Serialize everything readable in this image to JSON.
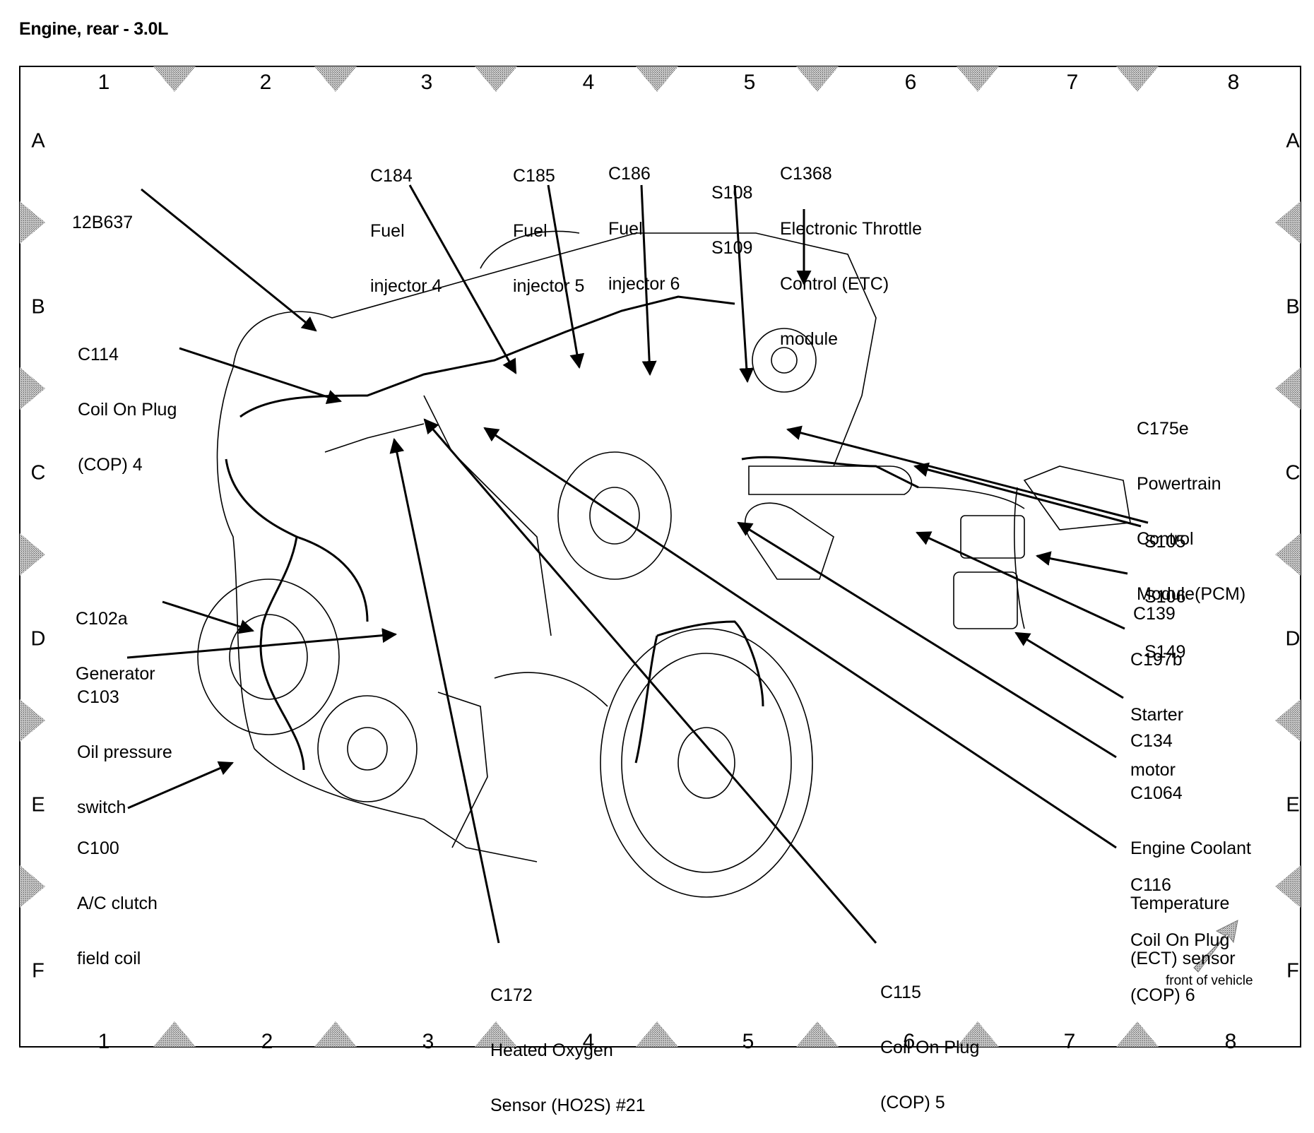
{
  "title": "Engine, rear - 3.0L",
  "grid": {
    "columns": [
      "1",
      "2",
      "3",
      "4",
      "5",
      "6",
      "7",
      "8"
    ],
    "rows": [
      "A",
      "B",
      "C",
      "D",
      "E",
      "F"
    ]
  },
  "labels": [
    {
      "id": "12b637",
      "lines": [
        "12B637"
      ]
    },
    {
      "id": "c184",
      "lines": [
        "C184",
        "Fuel",
        "injector 4"
      ]
    },
    {
      "id": "c185",
      "lines": [
        "C185",
        "Fuel",
        "injector 5"
      ]
    },
    {
      "id": "c186",
      "lines": [
        "C186",
        "Fuel",
        "injector 6"
      ]
    },
    {
      "id": "s108-s109",
      "lines": [
        "S108",
        "S109"
      ]
    },
    {
      "id": "c1368",
      "lines": [
        "C1368",
        "Electronic Throttle",
        "Control (ETC)",
        "module"
      ]
    },
    {
      "id": "c114",
      "lines": [
        "C114",
        "Coil On Plug",
        "(COP) 4"
      ]
    },
    {
      "id": "c175e",
      "lines": [
        "C175e",
        "Powertrain",
        "Control",
        "Module(PCM)"
      ]
    },
    {
      "id": "s105-s106-s149",
      "lines": [
        "S105",
        "S106",
        "S149"
      ]
    },
    {
      "id": "c139",
      "lines": [
        "C139"
      ]
    },
    {
      "id": "c197b",
      "lines": [
        "C197b",
        "Starter",
        "motor"
      ]
    },
    {
      "id": "c134",
      "lines": [
        "C134"
      ]
    },
    {
      "id": "c1064",
      "lines": [
        "C1064",
        "Engine Coolant",
        "Temperature",
        "(ECT) sensor"
      ]
    },
    {
      "id": "c116",
      "lines": [
        "C116",
        "Coil On Plug",
        "(COP) 6"
      ]
    },
    {
      "id": "c115",
      "lines": [
        "C115",
        "Coil On Plug",
        "(COP) 5"
      ]
    },
    {
      "id": "c172",
      "lines": [
        "C172",
        "Heated Oxygen",
        "Sensor (HO2S) #21"
      ]
    },
    {
      "id": "c102a",
      "lines": [
        "C102a",
        "Generator"
      ]
    },
    {
      "id": "c103",
      "lines": [
        "C103",
        "Oil pressure",
        "switch"
      ]
    },
    {
      "id": "c100",
      "lines": [
        "C100",
        "A/C clutch",
        "field coil"
      ]
    }
  ],
  "front_indicator": {
    "label": "front of vehicle",
    "icon": "arrow-up-right-icon"
  },
  "colors": {
    "line": "#000000",
    "marker_fill": "#9a9a9a",
    "background": "#ffffff"
  }
}
